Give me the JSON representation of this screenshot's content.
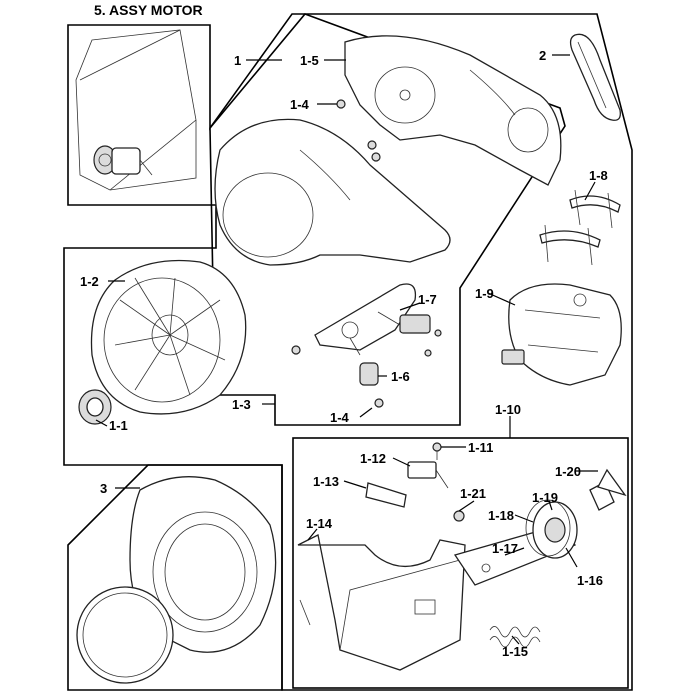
{
  "title": "5. ASSY MOTOR",
  "labels": {
    "l1": "1",
    "l1_1": "1-1",
    "l1_2": "1-2",
    "l1_3": "1-3",
    "l1_4a": "1-4",
    "l1_4b": "1-4",
    "l1_5": "1-5",
    "l1_6": "1-6",
    "l1_7": "1-7",
    "l1_8": "1-8",
    "l1_9": "1-9",
    "l1_10": "1-10",
    "l1_11": "1-11",
    "l1_12": "1-12",
    "l1_13": "1-13",
    "l1_14": "1-14",
    "l1_15": "1-15",
    "l1_16": "1-16",
    "l1_17": "1-17",
    "l1_18": "1-18",
    "l1_19": "1-19",
    "l1_20": "1-20",
    "l1_21": "1-21",
    "l2": "2",
    "l3": "3"
  }
}
